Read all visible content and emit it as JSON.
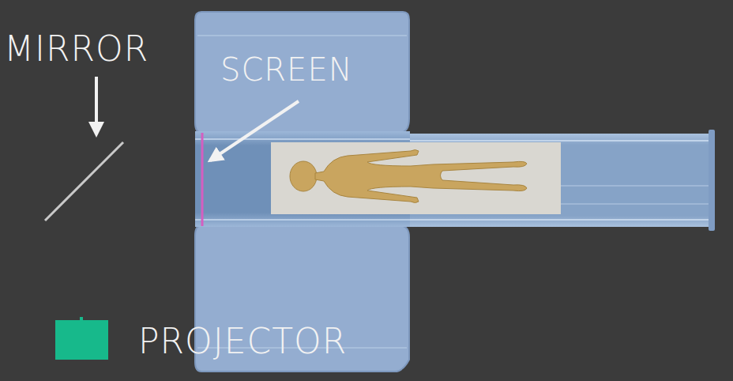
{
  "diagram": {
    "labels": [
      "MIRROR",
      "SCREEN",
      "PROJECTOR"
    ]
  }
}
